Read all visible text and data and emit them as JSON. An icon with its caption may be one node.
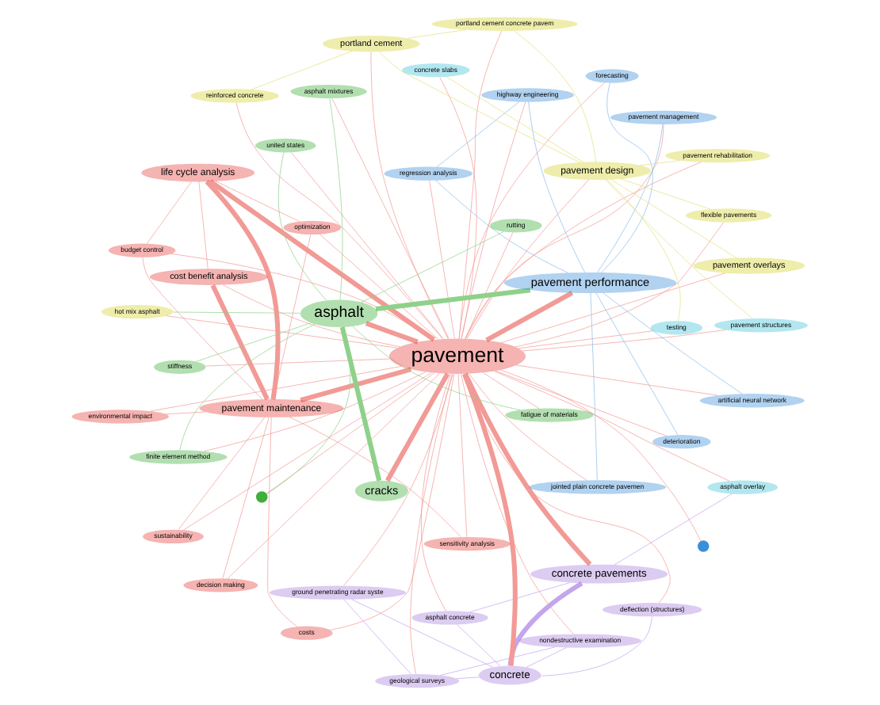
{
  "diagram": {
    "nodes": [
      {
        "text": [
          "ground penetrating radar syste"
        ]
      },
      {
        "text": [
          "nondestructive examination"
        ]
      },
      {
        "text": [
          "geological surveys"
        ]
      },
      {
        "text": [
          "highway engineering"
        ]
      },
      {
        "text": [
          "deflection (structures)"
        ]
      },
      {
        "text": [
          "regression analysis"
        ]
      },
      {
        "text": [
          "concrete"
        ]
      },
      {
        "text": [
          "sensitivity analysis"
        ]
      },
      {
        "text": [
          "sustainability"
        ]
      },
      {
        "text": [
          "costs"
        ]
      },
      {
        "text": [
          "decision making"
        ]
      },
      {
        "text": [
          "asphalt concrete"
        ]
      },
      {
        "text": [
          "concrete pavements"
        ]
      },
      {
        "text": [
          "asphalt overlay"
        ]
      },
      {
        "text": [
          "pavement"
        ]
      },
      {
        "text": [
          "deterioration"
        ]
      },
      {
        "text": [],
        "shape": "circle"
      },
      {
        "text": [
          "cost benefit analysis"
        ]
      },
      {
        "text": [
          "environmental impact"
        ]
      },
      {
        "text": [
          "reinforced concrete"
        ]
      },
      {
        "text": [
          "pavement maintenance"
        ]
      },
      {
        "text": [
          "finite element method"
        ]
      },
      {
        "text": [
          "asphalt"
        ]
      },
      {
        "text": [
          "pavement management"
        ]
      },
      {
        "text": [
          "portland cement"
        ]
      },
      {
        "text": [
          "cracks"
        ]
      },
      {
        "text": [
          "flexible pavements"
        ]
      },
      {
        "text": [
          "life cycle analysis"
        ]
      },
      {
        "text": [
          "jointed plain concrete pavemen"
        ]
      },
      {
        "text": [
          "artificial neural network"
        ]
      },
      {
        "text": [
          "portland cement concrete pavem"
        ]
      },
      {
        "text": [
          "pavement performance"
        ]
      },
      {
        "text": [],
        "shape": "circle"
      },
      {
        "text": [
          "budget control"
        ]
      },
      {
        "text": [
          "pavement rehabilitation"
        ]
      },
      {
        "text": [
          "testing"
        ]
      },
      {
        "text": [
          "optimization"
        ]
      },
      {
        "text": [
          "forecasting"
        ]
      },
      {
        "text": [
          "stiffness"
        ]
      },
      {
        "text": [
          "concrete slabs"
        ]
      },
      {
        "text": [
          "asphalt mixtures"
        ]
      },
      {
        "text": [
          "united states"
        ]
      },
      {
        "text": [
          "hot mix asphalt"
        ]
      },
      {
        "text": [
          "pavement overlays"
        ]
      },
      {
        "text": [
          "rutting"
        ]
      },
      {
        "text": [
          "pavement design"
        ]
      },
      {
        "text": [
          "pavement structures"
        ]
      },
      {
        "text": [
          "fatigue of materials"
        ]
      }
    ],
    "edges": [
      {
        "from": 14,
        "to": 0,
        "arrow": "none"
      },
      {
        "from": 14,
        "to": 1,
        "arrow": "none"
      },
      {
        "from": 14,
        "to": 2,
        "arrow": "none"
      },
      {
        "from": 14,
        "to": 3,
        "arrow": "none"
      },
      {
        "from": 14,
        "to": 4,
        "arrow": "none"
      },
      {
        "from": 14,
        "to": 5,
        "arrow": "none"
      },
      {
        "from": 14,
        "to": 6,
        "arrow": "none",
        "style": "thick"
      },
      {
        "from": 14,
        "to": 7,
        "arrow": "none"
      },
      {
        "from": 14,
        "to": 8,
        "arrow": "none"
      },
      {
        "from": 14,
        "to": 9,
        "arrow": "none"
      },
      {
        "from": 14,
        "to": 10,
        "arrow": "none"
      },
      {
        "from": 14,
        "to": 11,
        "arrow": "none"
      },
      {
        "from": 14,
        "to": 12,
        "arrow": "none",
        "style": "thick"
      },
      {
        "from": 14,
        "to": 13,
        "arrow": "none"
      },
      {
        "from": 14,
        "to": 15,
        "arrow": "none"
      },
      {
        "from": 14,
        "to": 16,
        "arrow": "none"
      },
      {
        "from": 14,
        "to": 17,
        "arrow": "none"
      },
      {
        "from": 14,
        "to": 18,
        "arrow": "none"
      },
      {
        "from": 14,
        "to": 19,
        "arrow": "none"
      },
      {
        "from": 14,
        "to": 20,
        "arrow": "none",
        "style": "thick"
      },
      {
        "from": 14,
        "to": 21,
        "arrow": "none"
      },
      {
        "from": 14,
        "to": 22,
        "arrow": "none",
        "style": "thick"
      },
      {
        "from": 14,
        "to": 23,
        "arrow": "none"
      },
      {
        "from": 14,
        "to": 24,
        "arrow": "none"
      },
      {
        "from": 14,
        "to": 25,
        "arrow": "none",
        "style": "thick"
      },
      {
        "from": 14,
        "to": 26,
        "arrow": "none"
      },
      {
        "from": 14,
        "to": 27,
        "arrow": "none",
        "style": "thick"
      },
      {
        "from": 14,
        "to": 28,
        "arrow": "none"
      },
      {
        "from": 14,
        "to": 29,
        "arrow": "none"
      },
      {
        "from": 14,
        "to": 30,
        "arrow": "none"
      },
      {
        "from": 14,
        "to": 31,
        "arrow": "none",
        "style": "thick"
      },
      {
        "from": 14,
        "to": 32,
        "arrow": "none"
      },
      {
        "from": 14,
        "to": 33,
        "arrow": "none"
      },
      {
        "from": 14,
        "to": 34,
        "arrow": "none"
      },
      {
        "from": 14,
        "to": 35,
        "arrow": "none"
      },
      {
        "from": 14,
        "to": 36,
        "arrow": "none"
      },
      {
        "from": 14,
        "to": 37,
        "arrow": "none"
      },
      {
        "from": 14,
        "to": 38,
        "arrow": "none"
      },
      {
        "from": 14,
        "to": 39,
        "arrow": "none"
      },
      {
        "from": 14,
        "to": 40,
        "arrow": "none"
      },
      {
        "from": 14,
        "to": 41,
        "arrow": "none"
      },
      {
        "from": 14,
        "to": 42,
        "arrow": "none"
      },
      {
        "from": 14,
        "to": 43,
        "arrow": "none"
      },
      {
        "from": 14,
        "to": 44,
        "arrow": "none"
      },
      {
        "from": 14,
        "to": 45,
        "arrow": "none"
      },
      {
        "from": 14,
        "to": 46,
        "arrow": "none"
      },
      {
        "from": 14,
        "to": 47,
        "arrow": "none"
      },
      {
        "from": 6,
        "to": 0,
        "arrow": "none",
        "color": "#c3a6ec"
      },
      {
        "from": 6,
        "to": 1,
        "arrow": "none",
        "color": "#c3a6ec"
      },
      {
        "from": 6,
        "to": 2,
        "arrow": "none",
        "color": "#c3a6ec"
      },
      {
        "from": 6,
        "to": 4,
        "arrow": "none",
        "color": "#c3a6ec"
      },
      {
        "from": 6,
        "to": 11,
        "arrow": "none",
        "color": "#c3a6ec"
      },
      {
        "from": 6,
        "to": 12,
        "arrow": "none",
        "color": "#c3a6ec",
        "style": "thick"
      },
      {
        "from": 1,
        "to": 2,
        "arrow": "none",
        "color": "#c3a6ec"
      },
      {
        "from": 0,
        "to": 2,
        "arrow": "none",
        "color": "#c3a6ec"
      },
      {
        "from": 12,
        "to": 11,
        "arrow": "none",
        "color": "#c3a6ec"
      },
      {
        "from": 12,
        "to": 13,
        "arrow": "none",
        "color": "#c3a6ec"
      },
      {
        "from": 22,
        "to": 25,
        "arrow": "none",
        "color": "#8fd18a",
        "style": "thick"
      },
      {
        "from": 22,
        "to": 31,
        "arrow": "none",
        "color": "#8fd18a",
        "style": "thick"
      },
      {
        "from": 22,
        "to": 40,
        "arrow": "none",
        "color": "#8fd18a"
      },
      {
        "from": 22,
        "to": 42,
        "arrow": "none",
        "color": "#8fd18a"
      },
      {
        "from": 22,
        "to": 38,
        "arrow": "none",
        "color": "#8fd18a"
      },
      {
        "from": 22,
        "to": 47,
        "arrow": "none",
        "color": "#8fd18a"
      },
      {
        "from": 22,
        "to": 44,
        "arrow": "none",
        "color": "#8fd18a"
      },
      {
        "from": 22,
        "to": 21,
        "arrow": "none",
        "color": "#8fd18a"
      },
      {
        "from": 22,
        "to": 32,
        "arrow": "none",
        "color": "#8fd18a"
      },
      {
        "from": 22,
        "to": 41,
        "arrow": "none",
        "color": "#8fd18a"
      },
      {
        "from": 31,
        "to": 37,
        "arrow": "none",
        "color": "#8dbcec"
      },
      {
        "from": 31,
        "to": 29,
        "arrow": "none",
        "color": "#8dbcec"
      },
      {
        "from": 31,
        "to": 23,
        "arrow": "none",
        "color": "#8dbcec"
      },
      {
        "from": 31,
        "to": 15,
        "arrow": "none",
        "color": "#8dbcec"
      },
      {
        "from": 31,
        "to": 5,
        "arrow": "none",
        "color": "#8dbcec"
      },
      {
        "from": 31,
        "to": 3,
        "arrow": "none",
        "color": "#8dbcec"
      },
      {
        "from": 31,
        "to": 28,
        "arrow": "none",
        "color": "#8dbcec"
      },
      {
        "from": 5,
        "to": 3,
        "arrow": "none",
        "color": "#8dbcec"
      },
      {
        "from": 20,
        "to": 17,
        "arrow": "none",
        "style": "thick"
      },
      {
        "from": 20,
        "to": 27,
        "arrow": "none",
        "style": "thick"
      },
      {
        "from": 20,
        "to": 9,
        "arrow": "none"
      },
      {
        "from": 20,
        "to": 7,
        "arrow": "none"
      },
      {
        "from": 20,
        "to": 8,
        "arrow": "none"
      },
      {
        "from": 20,
        "to": 18,
        "arrow": "none"
      },
      {
        "from": 20,
        "to": 33,
        "arrow": "none"
      },
      {
        "from": 20,
        "to": 36,
        "arrow": "none"
      },
      {
        "from": 20,
        "to": 10,
        "arrow": "none"
      },
      {
        "from": 27,
        "to": 36,
        "arrow": "none"
      },
      {
        "from": 27,
        "to": 33,
        "arrow": "none"
      },
      {
        "from": 27,
        "to": 17,
        "arrow": "none"
      },
      {
        "from": 45,
        "to": 43,
        "arrow": "none",
        "color": "#e3e07a"
      },
      {
        "from": 45,
        "to": 30,
        "arrow": "none",
        "color": "#e3e07a"
      },
      {
        "from": 45,
        "to": 24,
        "arrow": "none",
        "color": "#e3e07a"
      },
      {
        "from": 45,
        "to": 26,
        "arrow": "none",
        "color": "#e3e07a"
      },
      {
        "from": 45,
        "to": 39,
        "arrow": "none",
        "color": "#e3e07a"
      },
      {
        "from": 45,
        "to": 46,
        "arrow": "none",
        "color": "#e3e07a"
      },
      {
        "from": 45,
        "to": 35,
        "arrow": "none",
        "color": "#e3e07a"
      },
      {
        "from": 45,
        "to": 34,
        "arrow": "none",
        "color": "#e3e07a"
      },
      {
        "from": 24,
        "to": 30,
        "arrow": "none",
        "color": "#e3e07a"
      },
      {
        "from": 24,
        "to": 19,
        "arrow": "none",
        "color": "#e3e07a"
      }
    ]
  }
}
